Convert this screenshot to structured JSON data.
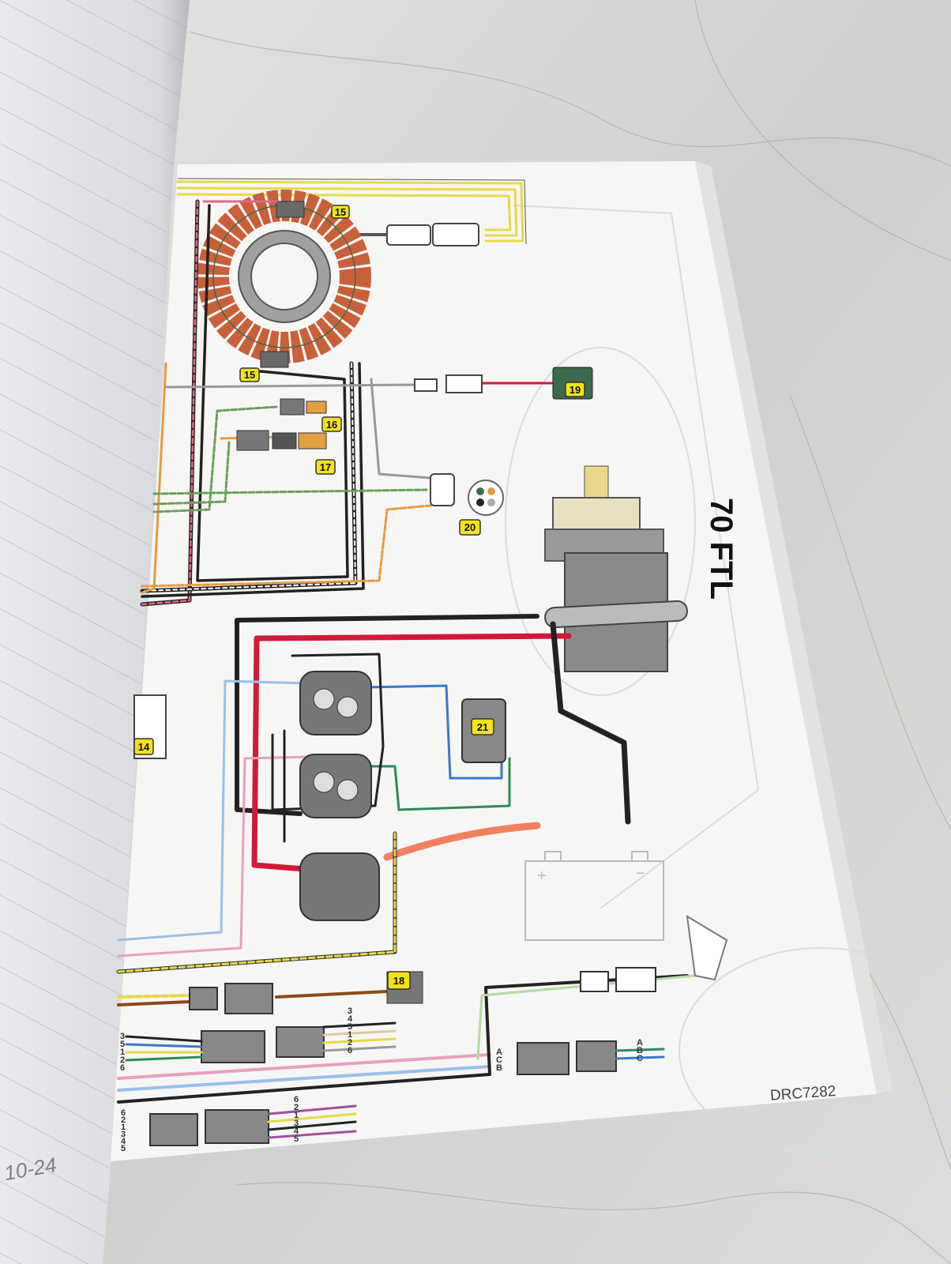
{
  "diagram": {
    "title": "70 FTL",
    "code": "DRC7282",
    "page_number": "10-24",
    "callouts": [
      "15",
      "15",
      "16",
      "17",
      "19",
      "20",
      "21",
      "14",
      "18"
    ],
    "connector_pins": {
      "left_6pin_a": [
        "3",
        "5",
        "1",
        "2",
        "6"
      ],
      "right_6pin_a": [
        "3",
        "4",
        "5",
        "1",
        "2",
        "6"
      ],
      "trim_left": [
        "A",
        "C",
        "B"
      ],
      "trim_right": [
        "A",
        "B",
        "C"
      ],
      "bottom_left": [
        "6",
        "2",
        "1",
        "3",
        "4",
        "5"
      ],
      "bottom_right": [
        "6",
        "2",
        "1",
        "3",
        "4",
        "5"
      ]
    },
    "battery_symbols": [
      "+",
      "−"
    ]
  },
  "colors": {
    "background_marble": "#d6d6d4",
    "page": "#f7f7f5",
    "stator_copper": "#c8603a",
    "wire_red": "#d01a3a",
    "wire_yellow": "#e8d84a",
    "wire_blue": "#3a78c8",
    "wire_green": "#2e8a5a",
    "callout": "#f2e31a"
  }
}
